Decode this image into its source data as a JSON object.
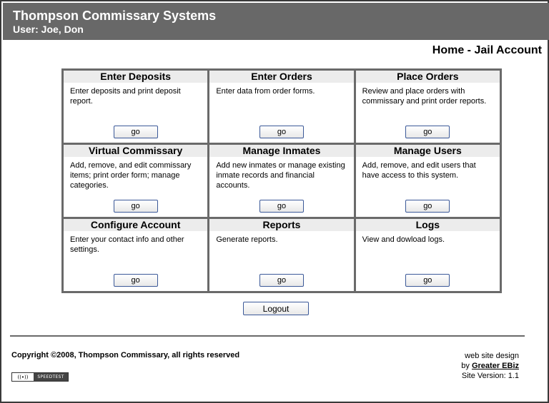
{
  "header": {
    "app_title": "Thompson Commissary Systems",
    "user_line": "User: Joe, Don"
  },
  "page_title": "Home - Jail Account",
  "tiles": [
    {
      "title": "Enter Deposits",
      "desc": "Enter deposits and print deposit report.",
      "button": "go"
    },
    {
      "title": "Enter Orders",
      "desc": "Enter data from order forms.",
      "button": "go"
    },
    {
      "title": "Place Orders",
      "desc": "Review and place orders with commissary and print order reports.",
      "button": "go"
    },
    {
      "title": "Virtual Commissary",
      "desc": "Add, remove, and edit commissary items; print order form; manage categories.",
      "button": "go"
    },
    {
      "title": "Manage Inmates",
      "desc": "Add new inmates or manage existing inmate records and financial accounts.",
      "button": "go"
    },
    {
      "title": "Manage Users",
      "desc": "Add, remove, and edit users that have access to this system.",
      "button": "go"
    },
    {
      "title": "Configure Account",
      "desc": "Enter your contact info and other settings.",
      "button": "go"
    },
    {
      "title": "Reports",
      "desc": "Generate reports.",
      "button": "go"
    },
    {
      "title": "Logs",
      "desc": "View and dowload logs.",
      "button": "go"
    }
  ],
  "logout_label": "Logout",
  "footer": {
    "copyright": "Copyright ©2008, Thompson Commissary, all rights reserved",
    "credit_line1": "web site design",
    "credit_by": "by",
    "credit_link": "Greater EBiz",
    "version": "Site Version: 1.1",
    "badge_left": "((•))",
    "badge_right": "SPEEDTEST"
  },
  "colors": {
    "header_bg": "#686868",
    "grid_border": "#6a6a6a",
    "tile_title_bg": "#ececec",
    "button_border": "#3b5998"
  }
}
